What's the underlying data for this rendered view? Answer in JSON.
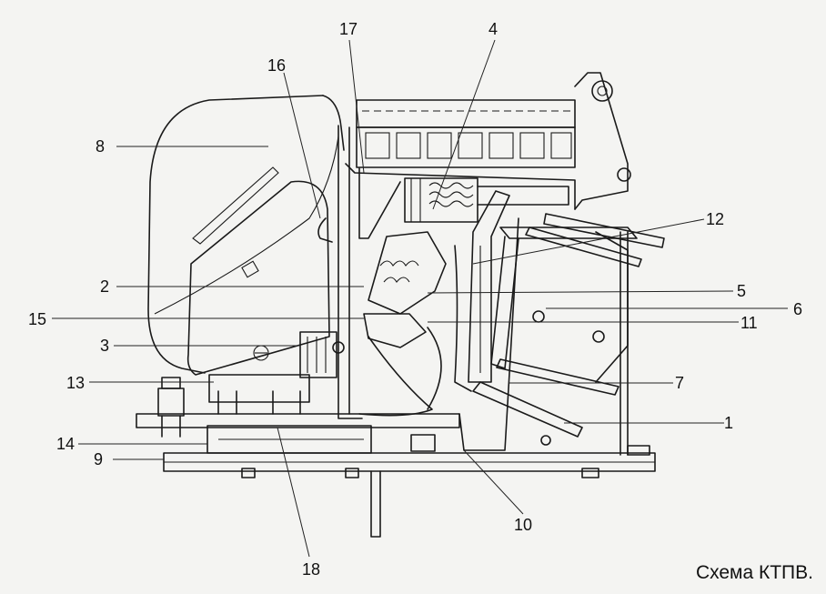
{
  "caption": "Схема КТПВ.",
  "callouts": [
    "1",
    "2",
    "3",
    "4",
    "5",
    "6",
    "7",
    "8",
    "9",
    "10",
    "11",
    "12",
    "13",
    "14",
    "15",
    "16",
    "17",
    "18"
  ]
}
